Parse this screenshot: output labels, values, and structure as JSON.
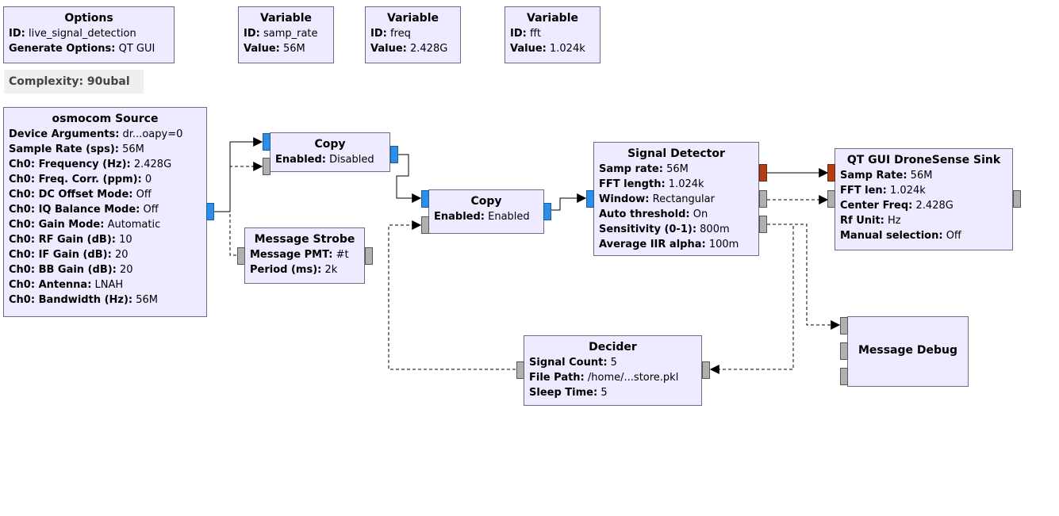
{
  "options": {
    "title": "Options",
    "id_label": "ID:",
    "id_value": "live_signal_detection",
    "gen_label": "Generate Options:",
    "gen_value": "QT GUI"
  },
  "variables": [
    {
      "title": "Variable",
      "id_label": "ID:",
      "id_value": "samp_rate",
      "value_label": "Value:",
      "value": "56M"
    },
    {
      "title": "Variable",
      "id_label": "ID:",
      "id_value": "freq",
      "value_label": "Value:",
      "value": "2.428G"
    },
    {
      "title": "Variable",
      "id_label": "ID:",
      "id_value": "fft",
      "value_label": "Value:",
      "value": "1.024k"
    }
  ],
  "complexity": "Complexity: 90ubal",
  "osmocom": {
    "title": "osmocom Source",
    "params": [
      {
        "k": "Device Arguments:",
        "v": "dr...oapy=0"
      },
      {
        "k": "Sample Rate (sps):",
        "v": "56M"
      },
      {
        "k": "Ch0: Frequency (Hz):",
        "v": "2.428G"
      },
      {
        "k": "Ch0: Freq. Corr. (ppm):",
        "v": "0"
      },
      {
        "k": "Ch0: DC Offset Mode:",
        "v": "Off"
      },
      {
        "k": "Ch0: IQ Balance Mode:",
        "v": "Off"
      },
      {
        "k": "Ch0: Gain Mode:",
        "v": "Automatic"
      },
      {
        "k": "Ch0: RF Gain (dB):",
        "v": "10"
      },
      {
        "k": "Ch0: IF Gain (dB):",
        "v": "20"
      },
      {
        "k": "Ch0: BB Gain (dB):",
        "v": "20"
      },
      {
        "k": "Ch0: Antenna:",
        "v": "LNAH"
      },
      {
        "k": "Ch0: Bandwidth (Hz):",
        "v": "56M"
      }
    ]
  },
  "copy1": {
    "title": "Copy",
    "k": "Enabled:",
    "v": "Disabled"
  },
  "copy2": {
    "title": "Copy",
    "k": "Enabled:",
    "v": "Enabled"
  },
  "strobe": {
    "title": "Message Strobe",
    "params": [
      {
        "k": "Message PMT:",
        "v": "#t"
      },
      {
        "k": "Period (ms):",
        "v": "2k"
      }
    ]
  },
  "detector": {
    "title": "Signal Detector",
    "params": [
      {
        "k": "Samp rate:",
        "v": "56M"
      },
      {
        "k": "FFT length:",
        "v": "1.024k"
      },
      {
        "k": "Window:",
        "v": "Rectangular"
      },
      {
        "k": "Auto threshold:",
        "v": "On"
      },
      {
        "k": "Sensitivity (0-1):",
        "v": "800m"
      },
      {
        "k": "Average IIR alpha:",
        "v": "100m"
      }
    ]
  },
  "sink": {
    "title": "QT GUI DroneSense Sink",
    "params": [
      {
        "k": "Samp Rate:",
        "v": "56M"
      },
      {
        "k": "FFT len:",
        "v": "1.024k"
      },
      {
        "k": "Center Freq:",
        "v": "2.428G"
      },
      {
        "k": "Rf Unit:",
        "v": "Hz"
      },
      {
        "k": "Manual selection:",
        "v": "Off"
      }
    ]
  },
  "decider": {
    "title": "Decider",
    "params": [
      {
        "k": "Signal Count:",
        "v": "5"
      },
      {
        "k": "File Path:",
        "v": "/home/...store.pkl"
      },
      {
        "k": "Sleep Time:",
        "v": "5"
      }
    ]
  },
  "debug": {
    "title": "Message Debug"
  },
  "colors": {
    "block_bg": "#eeeaff",
    "block_border": "#6e6a8c",
    "stream_port": "#2c8ee8",
    "complex_port": "#b53d12",
    "message_port": "#b0b0b0"
  }
}
